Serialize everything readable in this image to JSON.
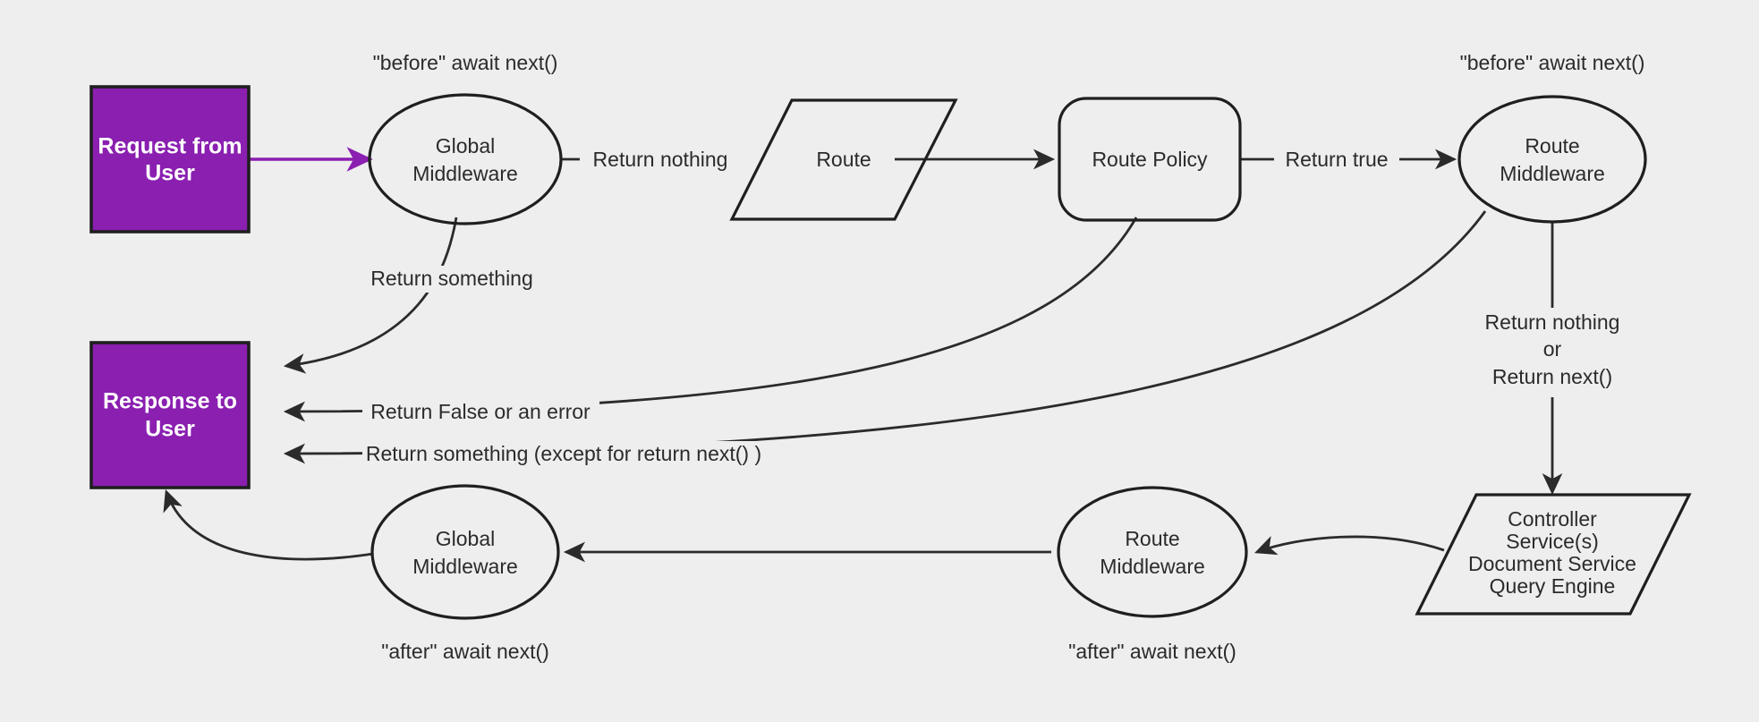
{
  "diagram": {
    "title": "Request / Response middleware lifecycle flow",
    "background_color": "#eeeeee",
    "accent_color": "#8a1fb0",
    "stroke_color": "#1f1f1f",
    "nodes": {
      "request_from_user": {
        "label_line1": "Request from",
        "label_line2": "User",
        "shape": "rectangle",
        "fill": "#8a1fb0",
        "text_color": "#ffffff"
      },
      "response_to_user": {
        "label_line1": "Response to",
        "label_line2": "User",
        "shape": "rectangle",
        "fill": "#8a1fb0",
        "text_color": "#ffffff"
      },
      "global_middleware_before": {
        "label_line1": "Global",
        "label_line2": "Middleware",
        "shape": "ellipse"
      },
      "route": {
        "label_line1": "Route",
        "shape": "parallelogram"
      },
      "route_policy": {
        "label_line1": "Route Policy",
        "shape": "rounded-rectangle"
      },
      "route_middleware_before": {
        "label_line1": "Route",
        "label_line2": "Middleware",
        "shape": "ellipse"
      },
      "controller": {
        "label_line1": "Controller",
        "label_line2": "Service(s)",
        "label_line3": "Document Service",
        "label_line4": "Query Engine",
        "shape": "parallelogram"
      },
      "route_middleware_after": {
        "label_line1": "Route",
        "label_line2": "Middleware",
        "shape": "ellipse"
      },
      "global_middleware_after": {
        "label_line1": "Global",
        "label_line2": "Middleware",
        "shape": "ellipse"
      }
    },
    "annotations": {
      "before_await_next_global": "\"before\" await next()",
      "before_await_next_route": "\"before\" await next()",
      "after_await_next_global": "\"after\" await next()",
      "after_await_next_route": "\"after\" await next()"
    },
    "edge_labels": {
      "return_something_top": "Return something",
      "return_nothing": "Return nothing",
      "return_true": "Return true",
      "return_false_or_error": "Return False or an error",
      "return_something_except": "Return something (except for return next() )",
      "return_nothing_or_next_1": "Return nothing",
      "return_nothing_or_next_2": "or",
      "return_nothing_or_next_3": "Return next()"
    }
  }
}
